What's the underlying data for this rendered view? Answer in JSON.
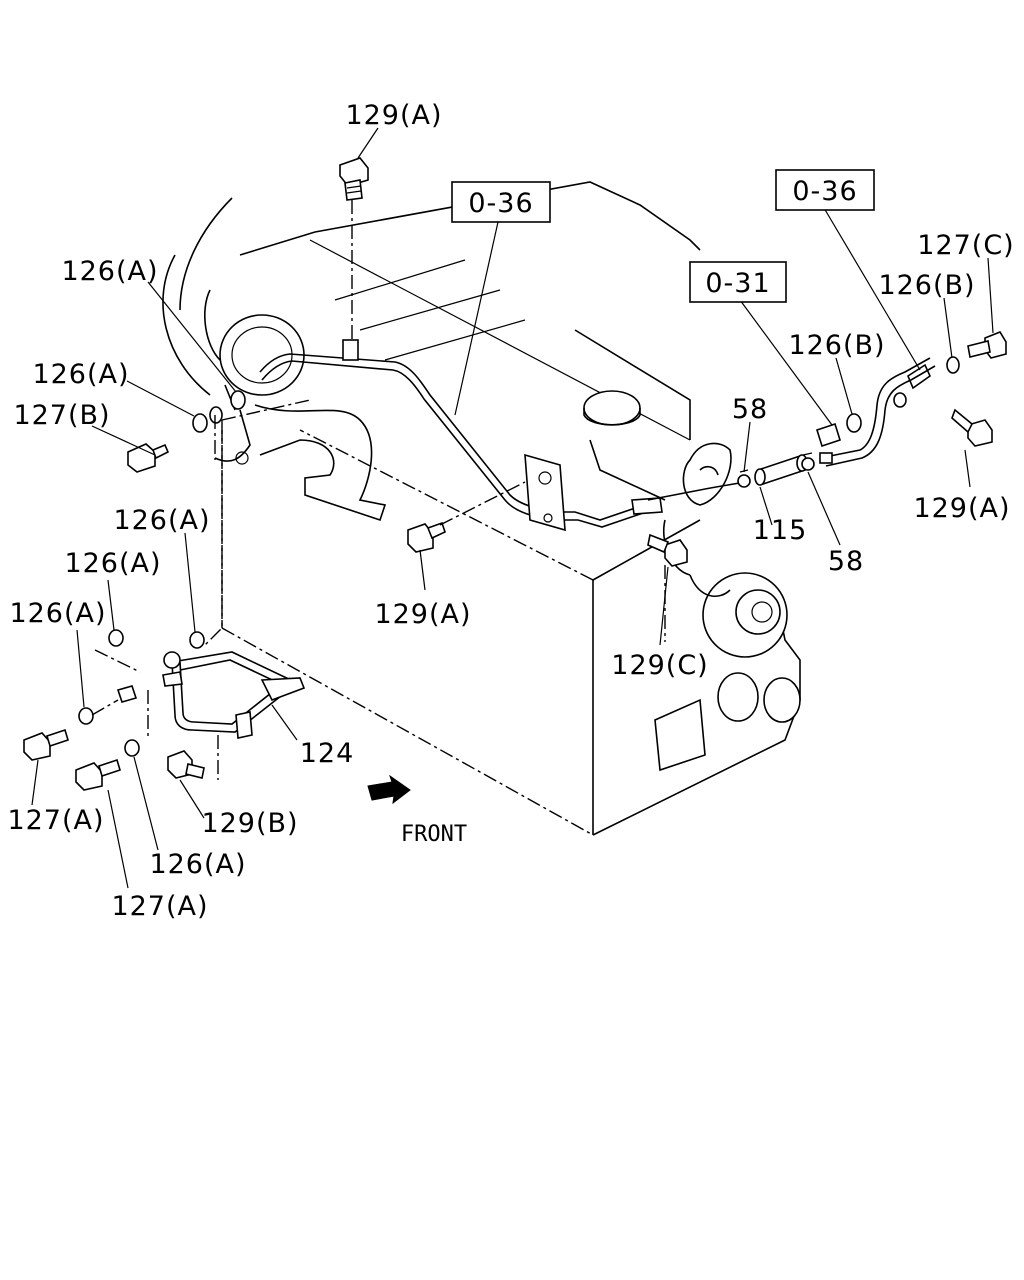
{
  "labels": {
    "l01": "129(A)",
    "l02": "0-36",
    "l03": "0-36",
    "l04": "127(C)",
    "l05": "126(B)",
    "l06": "126(A)",
    "l07": "0-31",
    "l08": "126(B)",
    "l09": "126(A)",
    "l10": "127(B)",
    "l11": "58",
    "l12": "129(A)",
    "l13": "115",
    "l14": "58",
    "l15": "126(A)",
    "l16": "129(A)",
    "l17": "126(A)",
    "l18": "129(C)",
    "l19": "126(A)",
    "l20": "124",
    "l21": "127(A)",
    "l22": "129(B)",
    "l23": "126(A)",
    "l24": "127(A)"
  },
  "front_label": "FRONT"
}
